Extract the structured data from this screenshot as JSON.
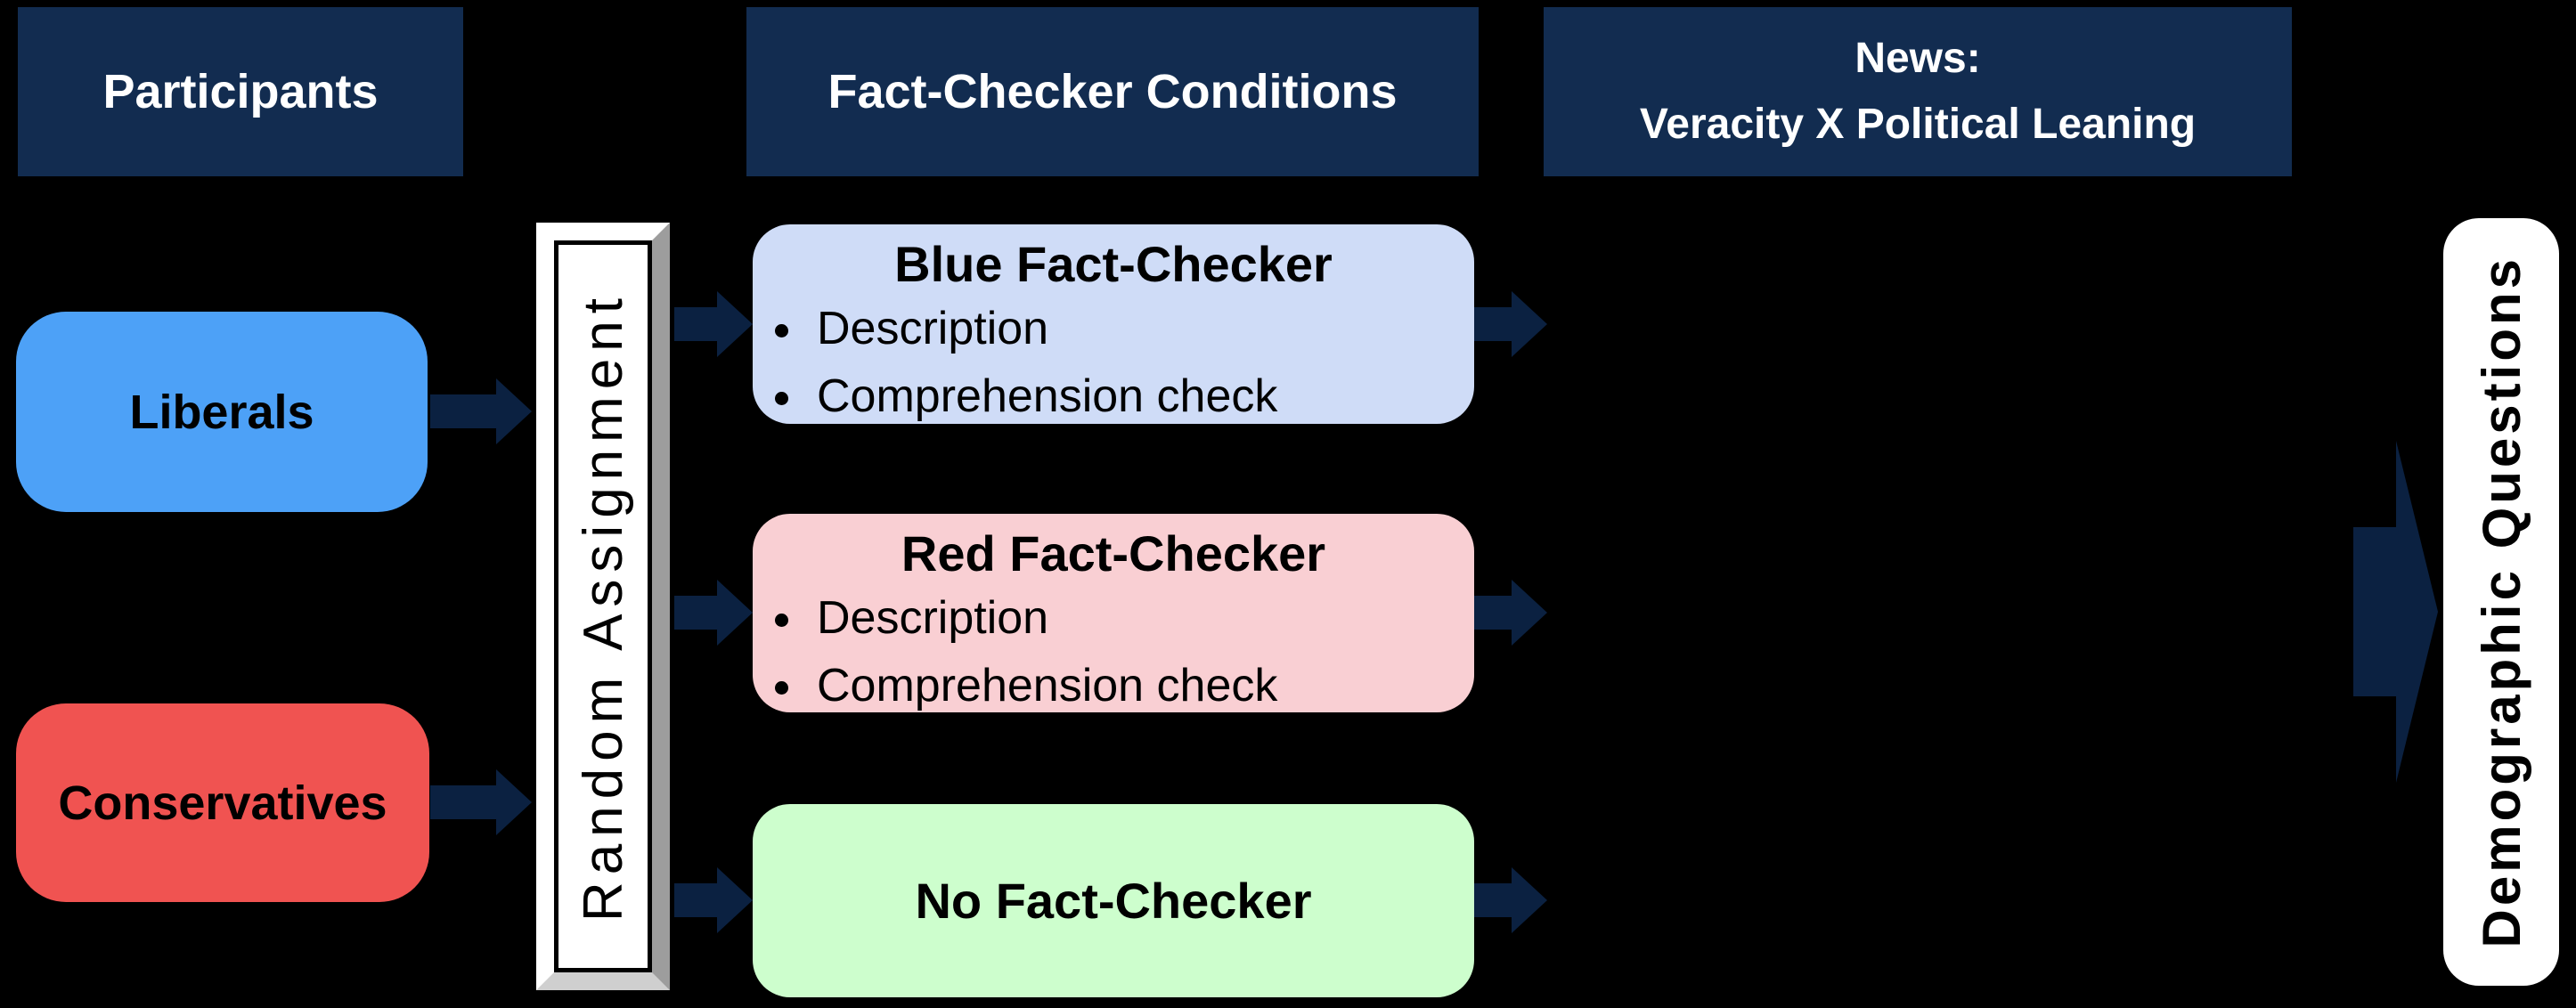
{
  "headers": {
    "participants": "Participants",
    "fact_checker_conditions": "Fact-Checker Conditions",
    "news_line1": "News:",
    "news_line2": "Veracity X Political Leaning"
  },
  "participant_groups": {
    "liberals": "Liberals",
    "conservatives": "Conservatives"
  },
  "random_assignment_label": "Random Assignment",
  "conditions": [
    {
      "title": "Blue Fact-Checker",
      "bullets": [
        "Description",
        "Comprehension check"
      ]
    },
    {
      "title": "Red Fact-Checker",
      "bullets": [
        "Description",
        "Comprehension check"
      ]
    },
    {
      "title": "No Fact-Checker",
      "bullets": []
    }
  ],
  "demographic_label": "Demographic Questions",
  "colors": {
    "background": "#000000",
    "header_navy": "#122c50",
    "arrow_navy": "#0b2141",
    "liberals_blue": "#4da1f7",
    "conservatives_red": "#f05351",
    "blue_condition_fill": "#cfdcf7",
    "red_condition_fill": "#f9cfd3",
    "green_condition_fill": "#cdfecd",
    "box_white": "#ffffff"
  }
}
